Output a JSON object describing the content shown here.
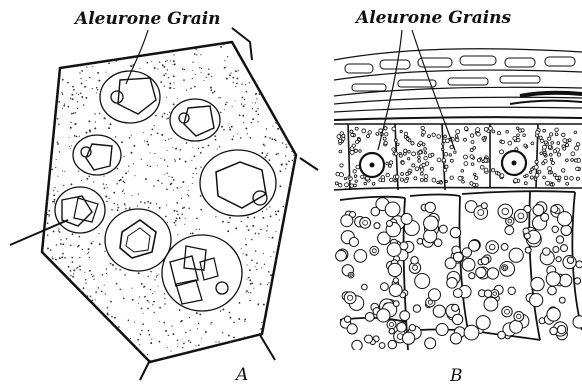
{
  "panel_a": {
    "label": "Aleurone Grain",
    "caption": "A"
  },
  "panel_b": {
    "label": "Aleurone Grains",
    "caption": "B"
  }
}
